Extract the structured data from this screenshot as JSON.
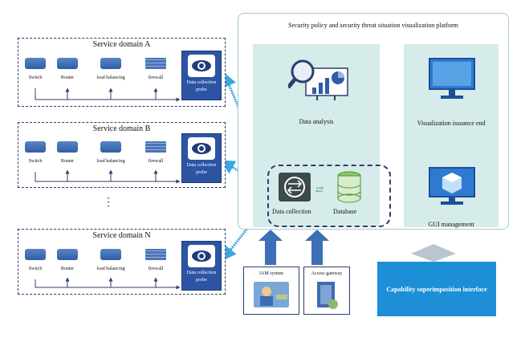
{
  "platform": {
    "title": "Security policy and security threat  situation visualization platform",
    "data_analysis": "Data analysis",
    "data_collection": "Data collection",
    "database": "Database",
    "visualization_end": "Visualization issuance end",
    "gui_management": "GUI management",
    "capability_interface": "Capability superimposition interface"
  },
  "domains": [
    {
      "title": "Service domain A",
      "devices": [
        "Switch",
        "Router",
        "load balancing",
        "firewall"
      ],
      "probe": [
        "Data collection",
        "probe"
      ]
    },
    {
      "title": "Service domain B",
      "devices": [
        "Switch",
        "Router",
        "load balancing",
        "firewall"
      ],
      "probe": [
        "Data collection",
        "probe"
      ]
    },
    {
      "title": "Service domain N",
      "devices": [
        "Switch",
        "Router",
        "load balancing",
        "firewall"
      ],
      "probe": [
        "Data collection",
        "probe"
      ]
    }
  ],
  "ellipsis": "⋮",
  "external": {
    "iam": "IAM system",
    "access_gateway": "Access gateway"
  },
  "colors": {
    "device_blue": "#2f5ea8",
    "probe_blue": "#2c54a3",
    "panel_teal": "#d6ecea",
    "interface_blue": "#1d8fd6",
    "arrow_cyan": "#3aa7df"
  }
}
